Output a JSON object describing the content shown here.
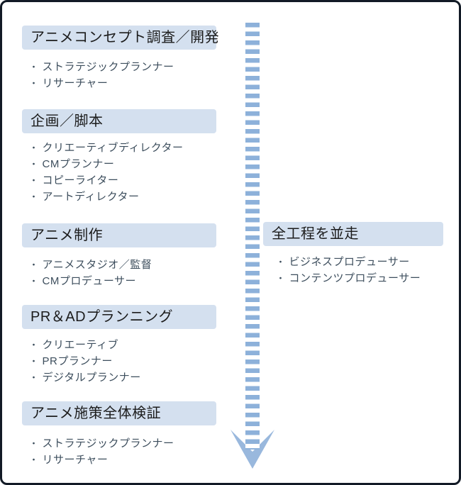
{
  "bullet_char": "・",
  "colors": {
    "header_bg": "#d4e0ef",
    "dash_blue": "#8db1da",
    "arrow_blue": "#99b8dd",
    "title_text": "#1c1c1c",
    "item_text": "#3d4e5d",
    "frame_border": "#121a26"
  },
  "left_sections": [
    {
      "title": "アニメコンセプト調査／開発",
      "items": [
        "ストラテジックプランナー",
        "リサーチャー"
      ]
    },
    {
      "title": "企画／脚本",
      "items": [
        "クリエーティブディレクター",
        "CMプランナー",
        "コピーライター",
        "アートディレクター"
      ]
    },
    {
      "title": "アニメ制作",
      "items": [
        "アニメスタジオ／監督",
        "CMプロデューサー"
      ]
    },
    {
      "title": "PR＆ADプランニング",
      "items": [
        "クリエーティブ",
        "PRプランナー",
        "デジタルプランナー"
      ]
    },
    {
      "title": "アニメ施策全体検証",
      "items": [
        "ストラテジックプランナー",
        "リサーチャー"
      ]
    }
  ],
  "right_section": {
    "title": "全工程を並走",
    "items": [
      "ビジネスプロデューサー",
      "コンテンツプロデューサー"
    ]
  },
  "flow_arrow": {
    "direction": "down",
    "style": "dashed"
  }
}
